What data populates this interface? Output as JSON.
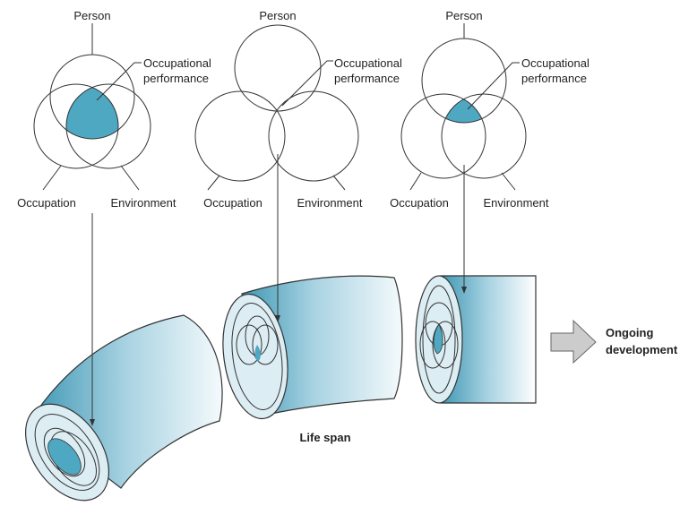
{
  "colors": {
    "shade": "#4fa8c2",
    "tube_dark": "#3e97b4",
    "tube_light": "#eef6f9",
    "arrow_gray": "#cccccc"
  },
  "venns": [
    {
      "person": "Person",
      "occupational_1": "Occupational",
      "occupational_2": "performance",
      "occupation": "Occupation",
      "environment": "Environment"
    },
    {
      "person": "Person",
      "occupational_1": "Occupational",
      "occupational_2": "performance",
      "occupation": "Occupation",
      "environment": "Environment"
    },
    {
      "person": "Person",
      "occupational_1": "Occupational",
      "occupational_2": "performance",
      "occupation": "Occupation",
      "environment": "Environment"
    }
  ],
  "life_span": "Life span",
  "ongoing_1": "Ongoing",
  "ongoing_2": "development"
}
